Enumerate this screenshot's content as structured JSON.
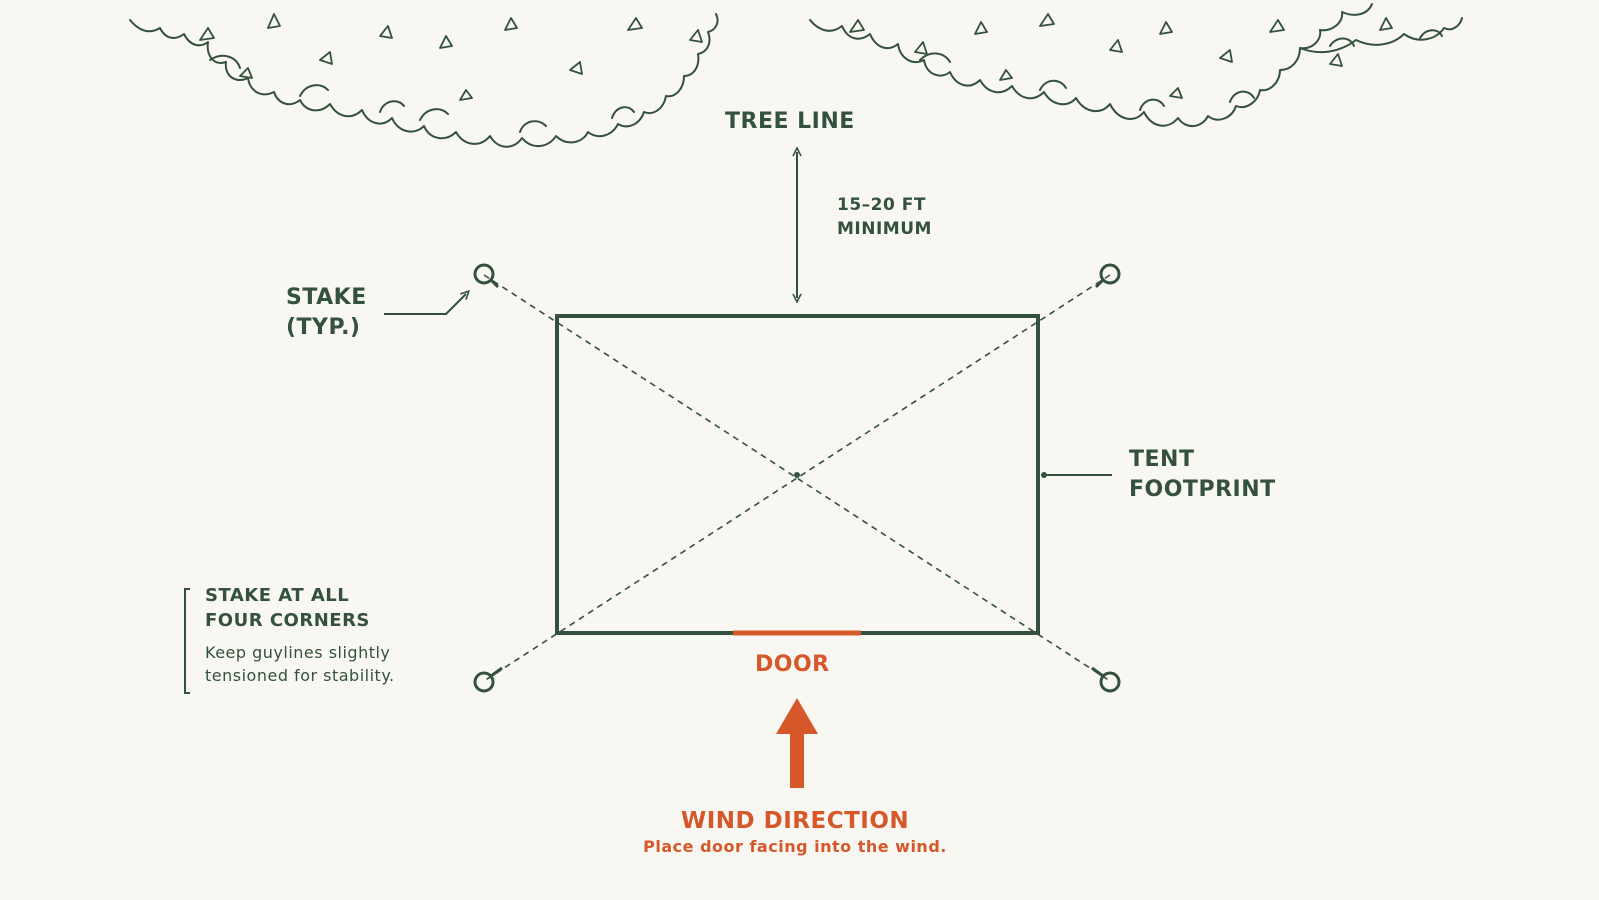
{
  "labels": {
    "tree_line": "TREE LINE",
    "distance_line1": "15–20 FT",
    "distance_line2": "MINIMUM",
    "stake_line1": "STAKE",
    "stake_line2": "(TYP.)",
    "tent_line1": "TENT",
    "tent_line2": "FOOTPRINT",
    "door": "DOOR"
  },
  "note": {
    "title_line1": "STAKE AT ALL",
    "title_line2": "FOUR CORNERS",
    "body_line1": "Keep guylines slightly",
    "body_line2": "tensioned for stability."
  },
  "wind": {
    "title": "WIND DIRECTION",
    "caption": "Place door facing into the wind."
  },
  "colors": {
    "ink": "#34513f",
    "accent": "#d6582a",
    "background": "#f8f7f1"
  },
  "icons": {
    "foliage": "tree-line-foliage-icon",
    "stake": "stake-ring-icon",
    "wind_arrow": "wind-arrow-icon"
  }
}
